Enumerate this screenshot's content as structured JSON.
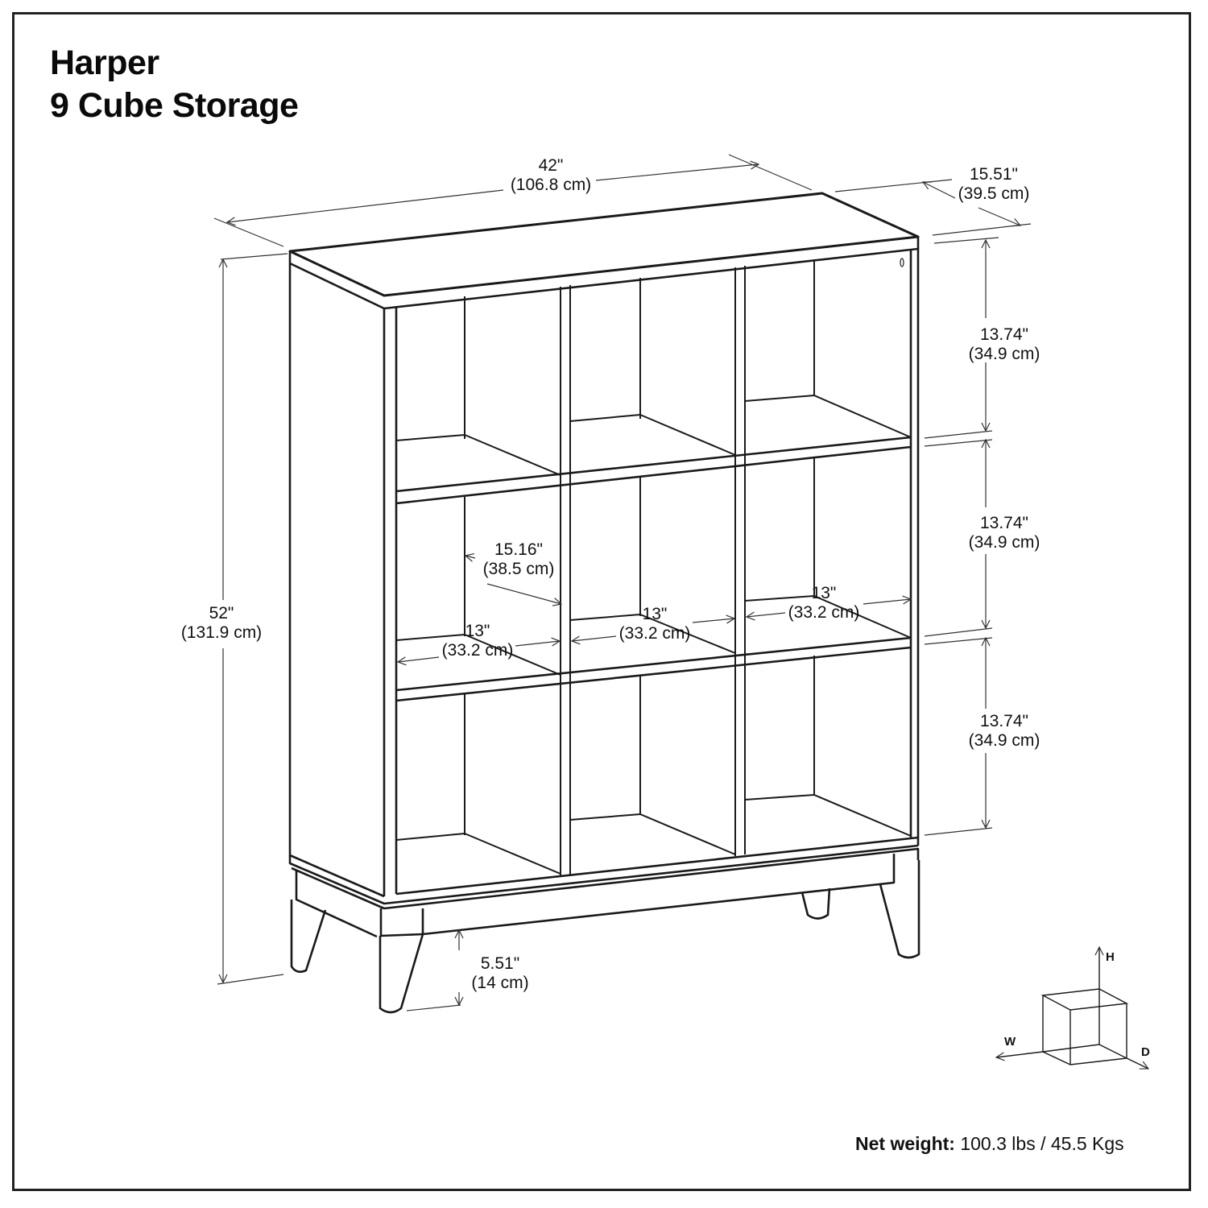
{
  "title": {
    "line1": "Harper",
    "line2": "9 Cube Storage"
  },
  "dimensions": {
    "width": {
      "in": "42\"",
      "cm": "(106.8 cm)"
    },
    "depth": {
      "in": "15.51\"",
      "cm": "(39.5 cm)"
    },
    "height": {
      "in": "52\"",
      "cm": "(131.9 cm)"
    },
    "cube_height_top": {
      "in": "13.74\"",
      "cm": "(34.9 cm)"
    },
    "cube_height_middle": {
      "in": "13.74\"",
      "cm": "(34.9 cm)"
    },
    "cube_height_bottom": {
      "in": "13.74\"",
      "cm": "(34.9 cm)"
    },
    "cube_depth": {
      "in": "15.16\"",
      "cm": "(38.5 cm)"
    },
    "cube_width_left": {
      "in": "13\"",
      "cm": "(33.2 cm)"
    },
    "cube_width_center": {
      "in": "13\"",
      "cm": "(33.2 cm)"
    },
    "cube_width_right": {
      "in": "13\"",
      "cm": "(33.2 cm)"
    },
    "leg_clearance": {
      "in": "5.51\"",
      "cm": "(14 cm)"
    }
  },
  "axis_legend": {
    "h": "H",
    "w": "W",
    "d": "D"
  },
  "net_weight": {
    "label": "Net weight:",
    "value": "100.3 lbs / 45.5 Kgs"
  },
  "colors": {
    "line": "#1a1a1a",
    "dim_line": "#333333",
    "background": "#ffffff"
  }
}
